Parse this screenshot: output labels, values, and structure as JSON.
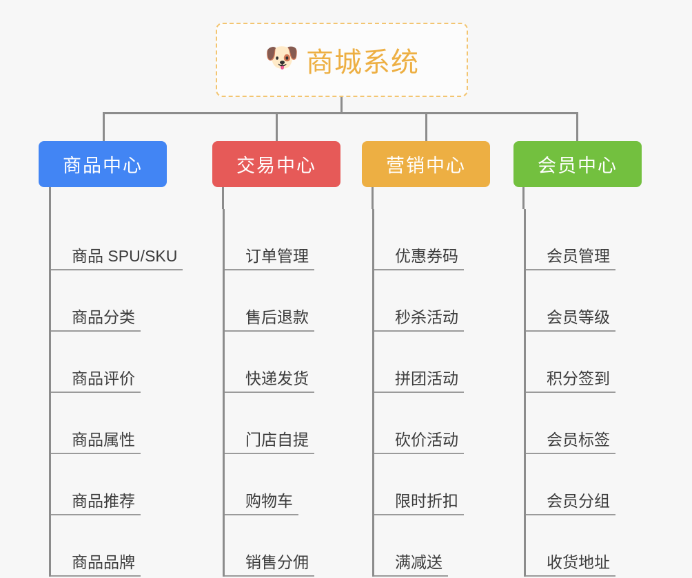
{
  "diagram": {
    "title": "商城系统",
    "root_icon": "dog-face-emoji",
    "root_icon_glyph": "🐶",
    "background_color": "#f7f7f7",
    "root_border_color": "#f3c571",
    "root_text_color": "#edaf43",
    "connector_color": "#8c8c8c",
    "leaf_text_color": "#3c3c3c",
    "leaf_rule_color": "#9b9b9b"
  },
  "columns": [
    {
      "label": "商品中心",
      "color": "#4285f4",
      "items": [
        "商品 SPU/SKU",
        "商品分类",
        "商品评价",
        "商品属性",
        "商品推荐",
        "商品品牌"
      ]
    },
    {
      "label": "交易中心",
      "color": "#e65a58",
      "items": [
        "订单管理",
        "售后退款",
        "快递发货",
        "门店自提",
        "购物车",
        "销售分佣"
      ]
    },
    {
      "label": "营销中心",
      "color": "#edaf43",
      "items": [
        "优惠券码",
        "秒杀活动",
        "拼团活动",
        "砍价活动",
        "限时折扣",
        "满减送"
      ]
    },
    {
      "label": "会员中心",
      "color": "#73c03f",
      "items": [
        "会员管理",
        "会员等级",
        "积分签到",
        "会员标签",
        "会员分组",
        "收货地址"
      ]
    }
  ]
}
